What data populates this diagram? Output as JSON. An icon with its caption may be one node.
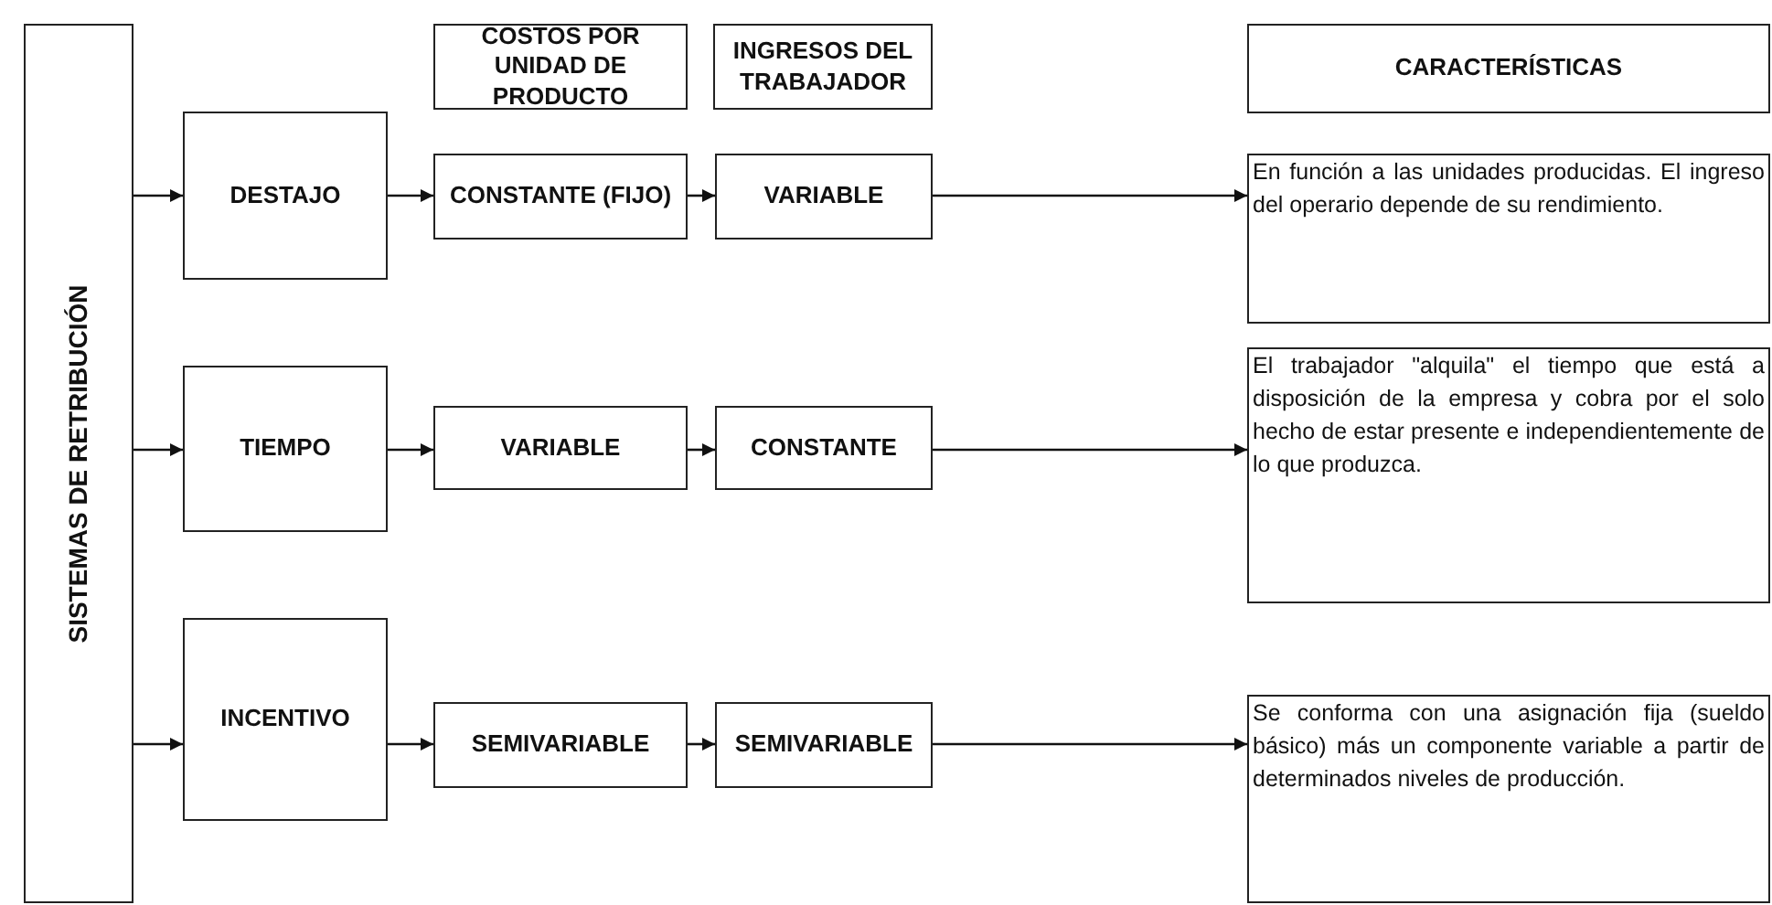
{
  "diagram": {
    "nodes": [
      {
        "text": [
          "SISTEMAS DE RETRIBUCIÓN"
        ]
      },
      {
        "text": [
          "COSTOS POR UNIDAD DE PRODUCTO"
        ]
      },
      {
        "text": [
          "INGRESOS DEL TRABAJADOR"
        ]
      },
      {
        "text": [
          "CARACTERÍSTICAS"
        ]
      },
      {
        "text": [
          "DESTAJO"
        ]
      },
      {
        "text": [
          "CONSTANTE (FIJO)"
        ]
      },
      {
        "text": [
          "VARIABLE"
        ]
      },
      {
        "text": [
          "En función a las unidades producidas. El ingreso del operario depende de su rendimiento."
        ]
      },
      {
        "text": [
          "TIEMPO"
        ]
      },
      {
        "text": [
          "VARIABLE"
        ]
      },
      {
        "text": [
          "CONSTANTE"
        ]
      },
      {
        "text": [
          "El trabajador \"alquila\" el tiempo que está a disposición de la empresa y cobra por el solo hecho de estar presente e independientemente de lo que produzca."
        ]
      },
      {
        "text": [
          "INCENTIVO"
        ]
      },
      {
        "text": [
          "SEMIVARIABLE"
        ]
      },
      {
        "text": [
          "SEMIVARIABLE"
        ]
      },
      {
        "text": [
          "Se conforma con una asignación fija (sueldo básico) más un componente variable a partir de determinados niveles de producción."
        ]
      }
    ],
    "edges": [
      {
        "from": 0,
        "to": 4,
        "arrow": "to"
      },
      {
        "from": 4,
        "to": 5,
        "arrow": "to"
      },
      {
        "from": 5,
        "to": 6,
        "arrow": "to"
      },
      {
        "from": 6,
        "to": 7,
        "arrow": "to"
      },
      {
        "from": 0,
        "to": 8,
        "arrow": "to"
      },
      {
        "from": 8,
        "to": 9,
        "arrow": "to"
      },
      {
        "from": 9,
        "to": 10,
        "arrow": "to"
      },
      {
        "from": 10,
        "to": 11,
        "arrow": "to"
      },
      {
        "from": 0,
        "to": 12,
        "arrow": "to"
      },
      {
        "from": 12,
        "to": 13,
        "arrow": "to"
      },
      {
        "from": 13,
        "to": 14,
        "arrow": "to"
      },
      {
        "from": 14,
        "to": 15,
        "arrow": "to"
      }
    ]
  }
}
